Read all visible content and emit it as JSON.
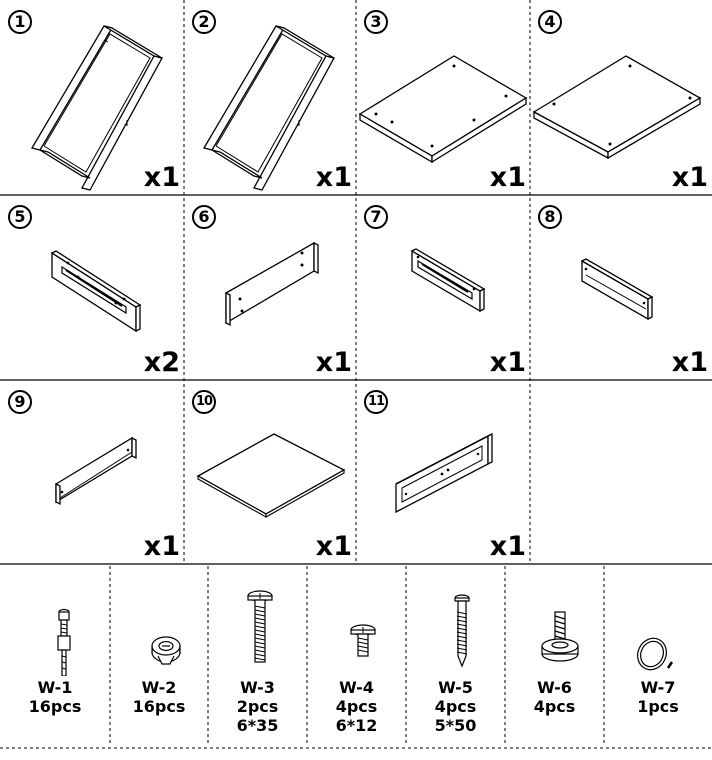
{
  "parts": [
    {
      "number": "1",
      "qty": "x1"
    },
    {
      "number": "2",
      "qty": "x1"
    },
    {
      "number": "3",
      "qty": "x1"
    },
    {
      "number": "4",
      "qty": "x1"
    },
    {
      "number": "5",
      "qty": "x2"
    },
    {
      "number": "6",
      "qty": "x1"
    },
    {
      "number": "7",
      "qty": "x1"
    },
    {
      "number": "8",
      "qty": "x1"
    },
    {
      "number": "9",
      "qty": "x1"
    },
    {
      "number": "10",
      "qty": "x1"
    },
    {
      "number": "11",
      "qty": "x1"
    }
  ],
  "hardware": [
    {
      "code": "W-1",
      "qty": "16pcs",
      "size": ""
    },
    {
      "code": "W-2",
      "qty": "16pcs",
      "size": ""
    },
    {
      "code": "W-3",
      "qty": "2pcs",
      "size": "6*35"
    },
    {
      "code": "W-4",
      "qty": "4pcs",
      "size": "6*12"
    },
    {
      "code": "W-5",
      "qty": "4pcs",
      "size": "5*50"
    },
    {
      "code": "W-6",
      "qty": "4pcs",
      "size": ""
    },
    {
      "code": "W-7",
      "qty": "1pcs",
      "size": ""
    }
  ]
}
